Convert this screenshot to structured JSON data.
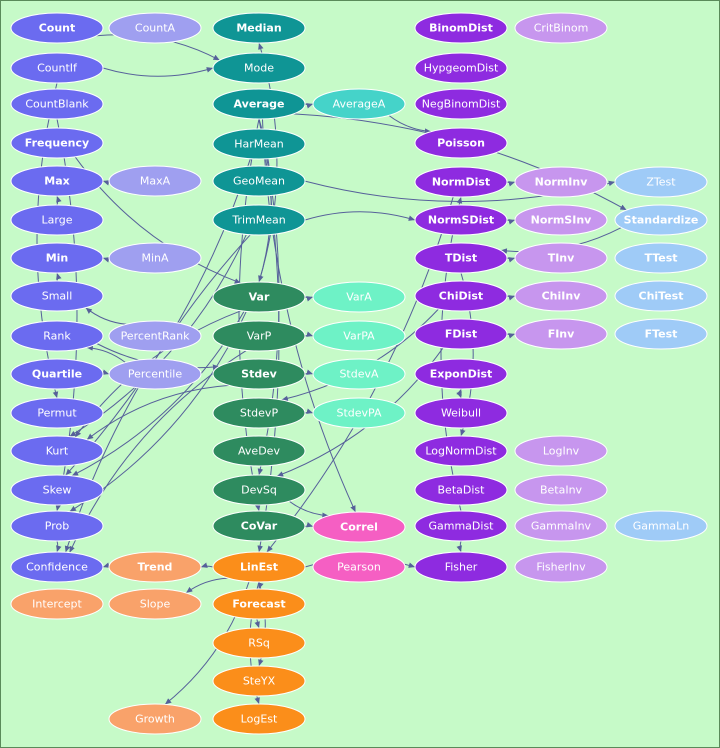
{
  "colors": {
    "blue": "#6b6bf0",
    "lavender": "#9f9ff0",
    "teal": "#0f9595",
    "teal_light": "#45d3c9",
    "green": "#2e8b5f",
    "mint": "#6ef2c6",
    "magenta": "#f55fc3",
    "purple": "#8e2be0",
    "violet": "#c796ee",
    "skyblue": "#9fcbf7",
    "orange_dark": "#fb8e1a",
    "orange_light": "#f9a26a",
    "edge": "#56609a"
  },
  "nodes": [
    {
      "id": "count",
      "label": "Count",
      "color": "blue",
      "bold": true
    },
    {
      "id": "counta",
      "label": "CountA",
      "color": "lavender",
      "bold": false
    },
    {
      "id": "median",
      "label": "Median",
      "color": "teal",
      "bold": true
    },
    {
      "id": "binomdist",
      "label": "BinomDist",
      "color": "purple",
      "bold": true
    },
    {
      "id": "critbinom",
      "label": "CritBinom",
      "color": "violet",
      "bold": false
    },
    {
      "id": "countif",
      "label": "CountIf",
      "color": "blue",
      "bold": false
    },
    {
      "id": "mode",
      "label": "Mode",
      "color": "teal",
      "bold": false
    },
    {
      "id": "hypgeomdist",
      "label": "HypgeomDist",
      "color": "purple",
      "bold": false
    },
    {
      "id": "countblank",
      "label": "CountBlank",
      "color": "blue",
      "bold": false
    },
    {
      "id": "average",
      "label": "Average",
      "color": "teal",
      "bold": true
    },
    {
      "id": "averagea",
      "label": "AverageA",
      "color": "teal_light",
      "bold": false
    },
    {
      "id": "negbinomdist",
      "label": "NegBinomDist",
      "color": "purple",
      "bold": false
    },
    {
      "id": "frequency",
      "label": "Frequency",
      "color": "blue",
      "bold": true
    },
    {
      "id": "harmean",
      "label": "HarMean",
      "color": "teal",
      "bold": false
    },
    {
      "id": "poisson",
      "label": "Poisson",
      "color": "purple",
      "bold": true
    },
    {
      "id": "max",
      "label": "Max",
      "color": "blue",
      "bold": true
    },
    {
      "id": "maxa",
      "label": "MaxA",
      "color": "lavender",
      "bold": false
    },
    {
      "id": "geomean",
      "label": "GeoMean",
      "color": "teal",
      "bold": false
    },
    {
      "id": "normdist",
      "label": "NormDist",
      "color": "purple",
      "bold": true
    },
    {
      "id": "norminv",
      "label": "NormInv",
      "color": "violet",
      "bold": true
    },
    {
      "id": "ztest",
      "label": "ZTest",
      "color": "skyblue",
      "bold": false
    },
    {
      "id": "large",
      "label": "Large",
      "color": "blue",
      "bold": false
    },
    {
      "id": "trimmean",
      "label": "TrimMean",
      "color": "teal",
      "bold": false
    },
    {
      "id": "normsdist",
      "label": "NormSDist",
      "color": "purple",
      "bold": true
    },
    {
      "id": "normsinv",
      "label": "NormSInv",
      "color": "violet",
      "bold": true
    },
    {
      "id": "standardize",
      "label": "Standardize",
      "color": "skyblue",
      "bold": true
    },
    {
      "id": "min",
      "label": "Min",
      "color": "blue",
      "bold": true
    },
    {
      "id": "mina",
      "label": "MinA",
      "color": "lavender",
      "bold": false
    },
    {
      "id": "tdist",
      "label": "TDist",
      "color": "purple",
      "bold": true
    },
    {
      "id": "tinv",
      "label": "TInv",
      "color": "violet",
      "bold": true
    },
    {
      "id": "ttest",
      "label": "TTest",
      "color": "skyblue",
      "bold": true
    },
    {
      "id": "small",
      "label": "Small",
      "color": "blue",
      "bold": false
    },
    {
      "id": "var",
      "label": "Var",
      "color": "green",
      "bold": true
    },
    {
      "id": "vara",
      "label": "VarA",
      "color": "mint",
      "bold": false
    },
    {
      "id": "chidist",
      "label": "ChiDist",
      "color": "purple",
      "bold": true
    },
    {
      "id": "chiinv",
      "label": "ChiInv",
      "color": "violet",
      "bold": true
    },
    {
      "id": "chitest",
      "label": "ChiTest",
      "color": "skyblue",
      "bold": true
    },
    {
      "id": "rank",
      "label": "Rank",
      "color": "blue",
      "bold": false
    },
    {
      "id": "percentrank",
      "label": "PercentRank",
      "color": "lavender",
      "bold": false
    },
    {
      "id": "varp",
      "label": "VarP",
      "color": "green",
      "bold": false
    },
    {
      "id": "varpa",
      "label": "VarPA",
      "color": "mint",
      "bold": false
    },
    {
      "id": "fdist",
      "label": "FDist",
      "color": "purple",
      "bold": true
    },
    {
      "id": "finv",
      "label": "FInv",
      "color": "violet",
      "bold": true
    },
    {
      "id": "ftest",
      "label": "FTest",
      "color": "skyblue",
      "bold": true
    },
    {
      "id": "quartile",
      "label": "Quartile",
      "color": "blue",
      "bold": true
    },
    {
      "id": "percentile",
      "label": "Percentile",
      "color": "lavender",
      "bold": false
    },
    {
      "id": "stdev",
      "label": "Stdev",
      "color": "green",
      "bold": true
    },
    {
      "id": "stdeva",
      "label": "StdevA",
      "color": "mint",
      "bold": false
    },
    {
      "id": "expondist",
      "label": "ExponDist",
      "color": "purple",
      "bold": true
    },
    {
      "id": "permut",
      "label": "Permut",
      "color": "blue",
      "bold": false
    },
    {
      "id": "stdevp",
      "label": "StdevP",
      "color": "green",
      "bold": false
    },
    {
      "id": "stdevpa",
      "label": "StdevPA",
      "color": "mint",
      "bold": false
    },
    {
      "id": "weibull",
      "label": "Weibull",
      "color": "purple",
      "bold": false
    },
    {
      "id": "kurt",
      "label": "Kurt",
      "color": "blue",
      "bold": false
    },
    {
      "id": "avedev",
      "label": "AveDev",
      "color": "green",
      "bold": false
    },
    {
      "id": "lognormdist",
      "label": "LogNormDist",
      "color": "purple",
      "bold": false
    },
    {
      "id": "loginv",
      "label": "LogInv",
      "color": "violet",
      "bold": false
    },
    {
      "id": "skew",
      "label": "Skew",
      "color": "blue",
      "bold": false
    },
    {
      "id": "devsq",
      "label": "DevSq",
      "color": "green",
      "bold": false
    },
    {
      "id": "betadist",
      "label": "BetaDist",
      "color": "purple",
      "bold": false
    },
    {
      "id": "betainv",
      "label": "BetaInv",
      "color": "violet",
      "bold": false
    },
    {
      "id": "prob",
      "label": "Prob",
      "color": "blue",
      "bold": false
    },
    {
      "id": "covar",
      "label": "CoVar",
      "color": "green",
      "bold": true
    },
    {
      "id": "correl",
      "label": "Correl",
      "color": "magenta",
      "bold": true
    },
    {
      "id": "gammadist",
      "label": "GammaDist",
      "color": "purple",
      "bold": false
    },
    {
      "id": "gammainv",
      "label": "GammaInv",
      "color": "violet",
      "bold": false
    },
    {
      "id": "gammaln",
      "label": "GammaLn",
      "color": "skyblue",
      "bold": false
    },
    {
      "id": "confidence",
      "label": "Confidence",
      "color": "blue",
      "bold": false
    },
    {
      "id": "trend",
      "label": "Trend",
      "color": "orange_light",
      "bold": true
    },
    {
      "id": "linest",
      "label": "LinEst",
      "color": "orange_dark",
      "bold": true
    },
    {
      "id": "pearson",
      "label": "Pearson",
      "color": "magenta",
      "bold": false
    },
    {
      "id": "fisher",
      "label": "Fisher",
      "color": "purple",
      "bold": false
    },
    {
      "id": "fisherinv",
      "label": "FisherInv",
      "color": "violet",
      "bold": false
    },
    {
      "id": "intercept",
      "label": "Intercept",
      "color": "orange_light",
      "bold": false
    },
    {
      "id": "slope",
      "label": "Slope",
      "color": "orange_light",
      "bold": false
    },
    {
      "id": "forecast",
      "label": "Forecast",
      "color": "orange_dark",
      "bold": true
    },
    {
      "id": "rsq",
      "label": "RSq",
      "color": "orange_dark",
      "bold": false
    },
    {
      "id": "steyx",
      "label": "SteYX",
      "color": "orange_dark",
      "bold": false
    },
    {
      "id": "growth",
      "label": "Growth",
      "color": "orange_light",
      "bold": false
    },
    {
      "id": "logest",
      "label": "LogEst",
      "color": "orange_dark",
      "bold": false
    }
  ],
  "edges": [
    [
      "count",
      "mode"
    ],
    [
      "countif",
      "mode"
    ],
    [
      "countblank",
      "prob"
    ],
    [
      "frequency",
      "var"
    ],
    [
      "maxa",
      "max"
    ],
    [
      "large",
      "max"
    ],
    [
      "mina",
      "min"
    ],
    [
      "small",
      "min"
    ],
    [
      "percentrank",
      "small"
    ],
    [
      "percentile",
      "rank"
    ],
    [
      "quartile",
      "percentile"
    ],
    [
      "rank",
      "stdev"
    ],
    [
      "average",
      "var"
    ],
    [
      "average",
      "averagea"
    ],
    [
      "average",
      "devsq"
    ],
    [
      "average",
      "correl"
    ],
    [
      "average",
      "linest"
    ],
    [
      "average",
      "covar"
    ],
    [
      "average",
      "standardize"
    ],
    [
      "averagea",
      "poisson"
    ],
    [
      "harmean",
      "skew"
    ],
    [
      "geomean",
      "ztest"
    ],
    [
      "trimmean",
      "normsdist"
    ],
    [
      "trimmean",
      "confidence"
    ],
    [
      "trimmean",
      "kurt"
    ],
    [
      "var",
      "vara"
    ],
    [
      "var",
      "skew"
    ],
    [
      "var",
      "kurt"
    ],
    [
      "var",
      "prob"
    ],
    [
      "var",
      "median"
    ],
    [
      "varp",
      "varpa"
    ],
    [
      "varp",
      "confidence"
    ],
    [
      "stdev",
      "stdeva"
    ],
    [
      "stdev",
      "kurt"
    ],
    [
      "stdevp",
      "stdevpa"
    ],
    [
      "devsq",
      "correl"
    ],
    [
      "covar",
      "correl"
    ],
    [
      "normdist",
      "norminv"
    ],
    [
      "normdist",
      "linest"
    ],
    [
      "normsdist",
      "normsinv"
    ],
    [
      "standardize",
      "tdist"
    ],
    [
      "tdist",
      "tinv"
    ],
    [
      "tdist",
      "lognormdist"
    ],
    [
      "chidist",
      "chiinv"
    ],
    [
      "chidist",
      "stdevp"
    ],
    [
      "fdist",
      "finv"
    ],
    [
      "fdist",
      "devsq"
    ],
    [
      "expondist",
      "weibull"
    ],
    [
      "weibull",
      "expondist"
    ],
    [
      "gammadist",
      "fisher"
    ],
    [
      "gammadist",
      "normdist"
    ],
    [
      "linest",
      "trend"
    ],
    [
      "linest",
      "forecast"
    ],
    [
      "linest",
      "rsq"
    ],
    [
      "linest",
      "steyx"
    ],
    [
      "linest",
      "logest"
    ],
    [
      "linest",
      "growth"
    ],
    [
      "linest",
      "slope"
    ],
    [
      "linest",
      "fisher"
    ],
    [
      "trend",
      "confidence"
    ],
    [
      "prob",
      "confidence"
    ],
    [
      "countif",
      "permut"
    ]
  ]
}
